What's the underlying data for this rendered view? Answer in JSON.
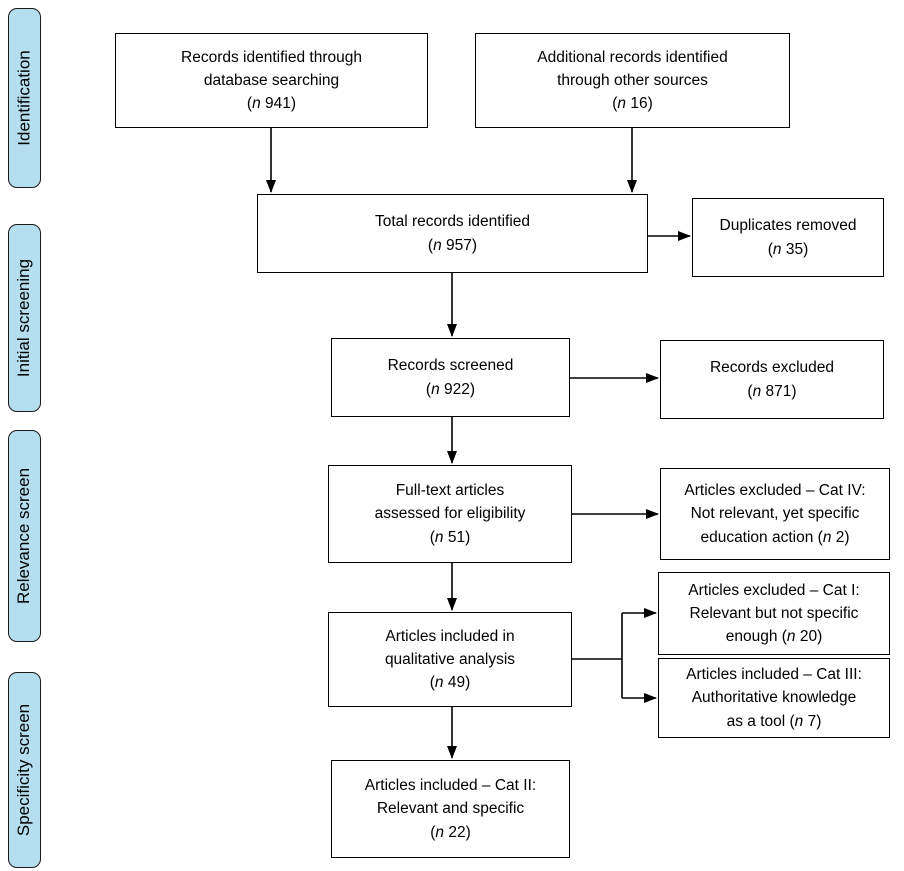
{
  "colors": {
    "sidebar_fill": "#b5def0",
    "border": "#000000",
    "background": "#ffffff"
  },
  "sidebar": {
    "labels": [
      "Identification",
      "Initial screening",
      "Relevance screen",
      "Specificity screen"
    ]
  },
  "boxes": {
    "db_search": {
      "lines": [
        "Records identified through",
        "database searching",
        "(n 941)"
      ]
    },
    "other_sources": {
      "lines": [
        "Additional records identified",
        "through other sources",
        "(n 16)"
      ]
    },
    "total": {
      "lines": [
        "Total records identified",
        "(n 957)"
      ]
    },
    "duplicates": {
      "lines": [
        "Duplicates removed",
        "(n 35)"
      ]
    },
    "screened": {
      "lines": [
        "Records screened",
        "(n 922)"
      ]
    },
    "excluded": {
      "lines": [
        "Records excluded",
        "(n 871)"
      ]
    },
    "fulltext": {
      "lines": [
        "Full-text articles",
        "assessed for eligibility",
        "(n 51)"
      ]
    },
    "cat4": {
      "lines": [
        "Articles excluded – Cat IV:",
        "Not relevant, yet specific",
        "education action (n 2)"
      ]
    },
    "qualitative": {
      "lines": [
        "Articles included in",
        "qualitative analysis",
        "(n 49)"
      ]
    },
    "cat1": {
      "lines": [
        "Articles excluded – Cat I:",
        "Relevant but not specific",
        "enough (n 20)"
      ]
    },
    "cat3": {
      "lines": [
        "Articles included – Cat III:",
        "Authoritative knowledge",
        "as a tool (n 7)"
      ]
    },
    "cat2": {
      "lines": [
        "Articles included – Cat II:",
        "Relevant and specific",
        "(n 22)"
      ]
    }
  }
}
